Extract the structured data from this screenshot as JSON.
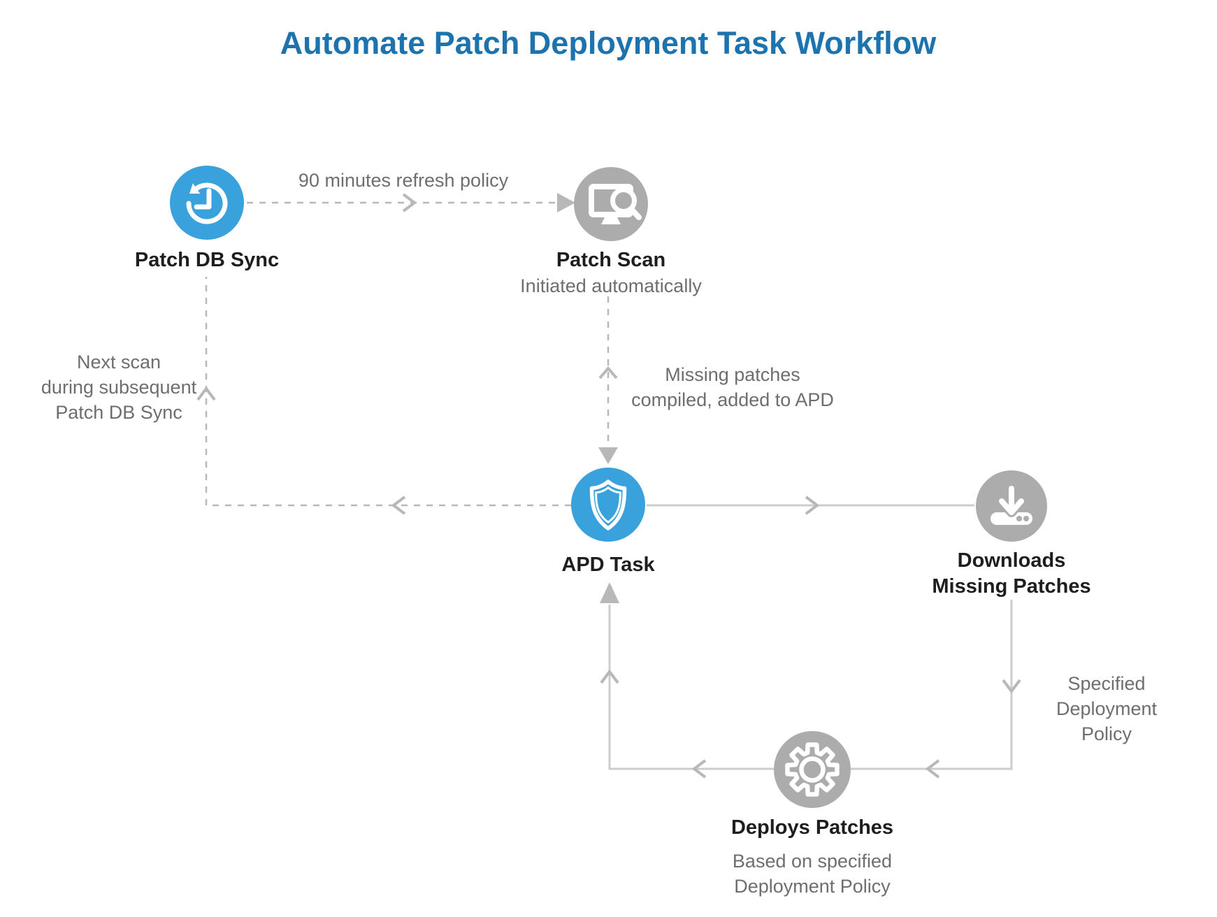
{
  "title": {
    "text": "Automate Patch Deployment Task Workflow",
    "color": "#1c73ae"
  },
  "colors": {
    "accent_blue": "#39a1dc",
    "node_gray": "#acacac",
    "solid_line_gray": "#cdcdcd",
    "dashed_line_gray": "#b8b8b8",
    "label_dark": "#1e1e1e",
    "annotation_gray": "#6e6e6e",
    "icon_white": "#ffffff"
  },
  "nodes": {
    "patch_db_sync": {
      "label": "Patch DB Sync",
      "icon": "history-sync-icon"
    },
    "patch_scan": {
      "label": "Patch Scan",
      "subtitle": "Initiated automatically",
      "icon": "monitor-search-icon"
    },
    "apd_task": {
      "label": "APD Task",
      "icon": "shield-icon"
    },
    "downloads": {
      "label": "Downloads\nMissing Patches",
      "icon": "download-icon"
    },
    "deploys": {
      "label": "Deploys Patches",
      "subtitle": "Based on specified\nDeployment Policy",
      "icon": "gear-icon"
    }
  },
  "edges": {
    "refresh_policy": {
      "label": "90 minutes refresh policy"
    },
    "missing_patches": {
      "label": "Missing patches\ncompiled, added to APD"
    },
    "specified_policy": {
      "label": "Specified\nDeployment Policy"
    },
    "next_scan": {
      "label": "Next scan\nduring subsequent\nPatch DB Sync"
    }
  }
}
